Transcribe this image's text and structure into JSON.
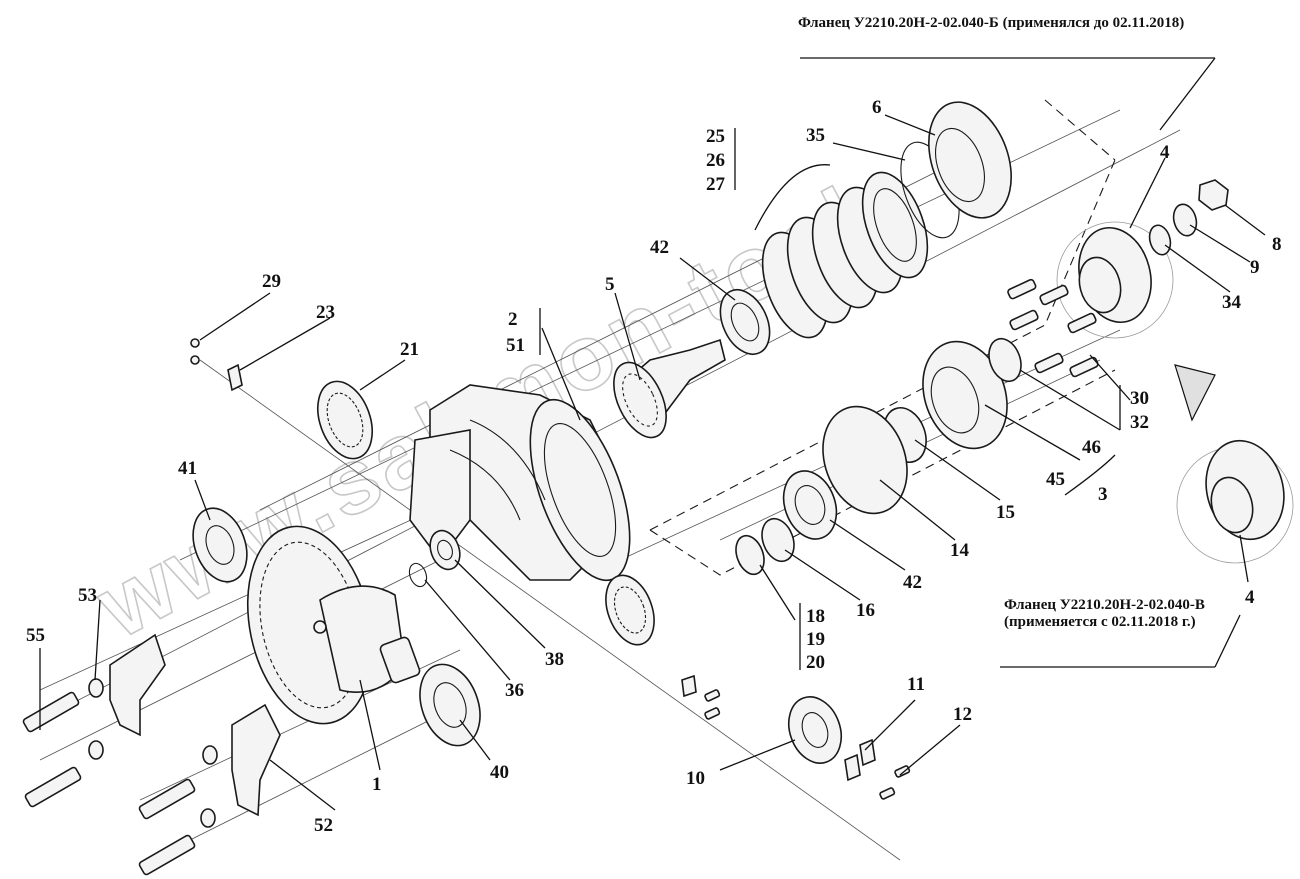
{
  "captions": {
    "flange_old": "Фланец У2210.20Н-2-02.040-Б (применялся до 02.11.2018)",
    "flange_new_line1": "Фланец У2210.20Н-2-02.040-В",
    "flange_new_line2": "(применяется с 02.11.2018 г.)"
  },
  "watermark": "www.sal-mon-tool",
  "callouts": {
    "p1": "1",
    "p2": "2",
    "p51": "51",
    "p3": "3",
    "p4a": "4",
    "p4b": "4",
    "p5": "5",
    "p6": "6",
    "p8": "8",
    "p9": "9",
    "p10": "10",
    "p11": "11",
    "p12": "12",
    "p14": "14",
    "p15": "15",
    "p16": "16",
    "p18": "18",
    "p19": "19",
    "p20": "20",
    "p21": "21",
    "p23": "23",
    "p25": "25",
    "p26": "26",
    "p27": "27",
    "p29": "29",
    "p30": "30",
    "p32": "32",
    "p34": "34",
    "p35": "35",
    "p36": "36",
    "p38": "38",
    "p40": "40",
    "p41": "41",
    "p42a": "42",
    "p42b": "42",
    "p45": "45",
    "p46": "46",
    "p52": "52",
    "p53": "53",
    "p55": "55"
  }
}
